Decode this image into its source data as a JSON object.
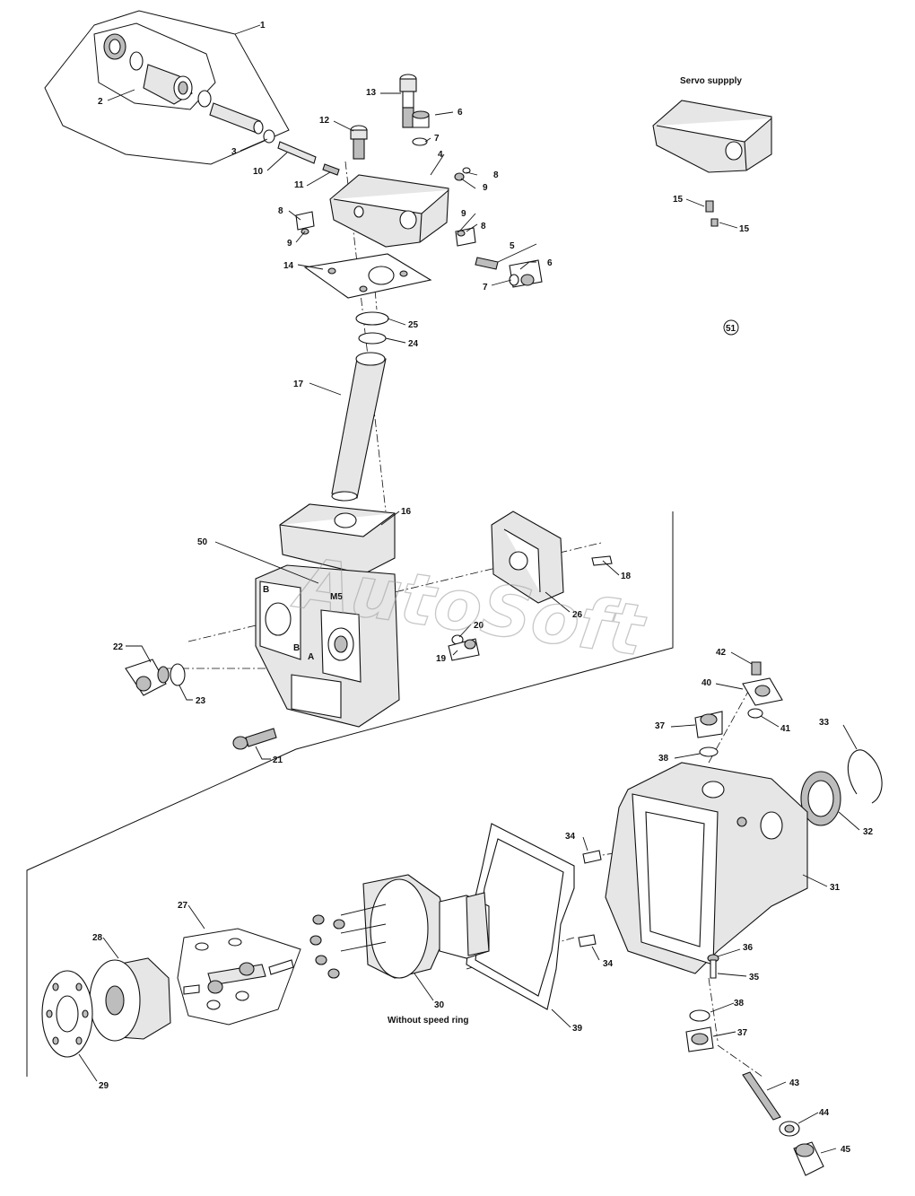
{
  "captions": {
    "servo_supply": "Servo suppply",
    "without_speed_ring": "Without speed ring"
  },
  "watermark": "AutoSoft",
  "circled_ref": "51",
  "labels": {
    "1": "1",
    "2": "2",
    "3": "3",
    "4": "4",
    "5": "5",
    "6a": "6",
    "6b": "6",
    "7a": "7",
    "7b": "7",
    "8a": "8",
    "8b": "8",
    "8c": "8",
    "9a": "9",
    "9b": "9",
    "9c": "9",
    "10": "10",
    "11": "11",
    "12": "12",
    "13": "13",
    "14": "14",
    "15a": "15",
    "15b": "15",
    "16": "16",
    "17": "17",
    "18": "18",
    "19": "19",
    "20": "20",
    "21": "21",
    "22": "22",
    "23": "23",
    "24": "24",
    "25": "25",
    "26": "26",
    "27": "27",
    "28": "28",
    "29": "29",
    "30": "30",
    "31": "31",
    "32": "32",
    "33": "33",
    "34a": "34",
    "34b": "34",
    "35": "35",
    "36": "36",
    "37a": "37",
    "37b": "37",
    "38a": "38",
    "38b": "38",
    "39": "39",
    "40": "40",
    "41": "41",
    "42": "42",
    "43": "43",
    "44": "44",
    "45": "45",
    "50": "50"
  },
  "block_markings": {
    "a": "A",
    "b": "B",
    "m5": "M5",
    "b_face": "B"
  }
}
